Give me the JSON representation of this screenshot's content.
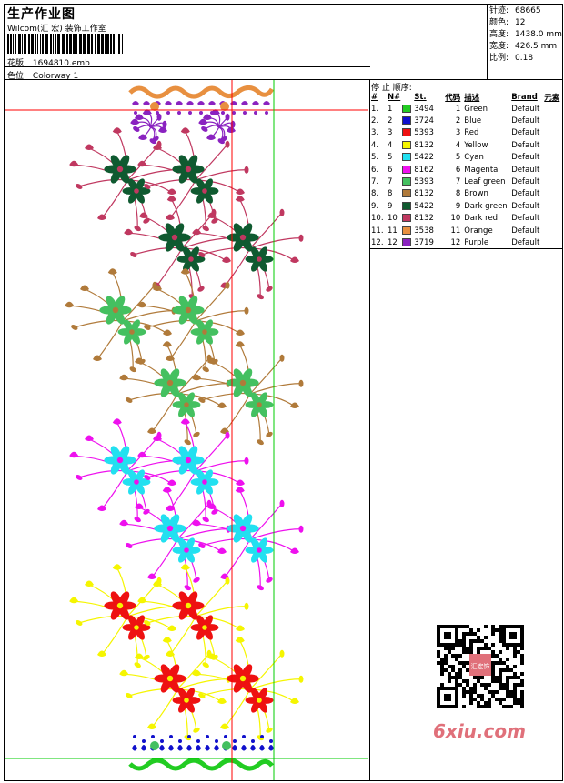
{
  "header": {
    "title": "生产作业图",
    "company": "Wilcom(汇 宏) 装饰工作室",
    "file_label": "花版:",
    "file_name": "1694810.emb",
    "colorway_label": "色位:",
    "colorway": "Colorway 1"
  },
  "stats": [
    {
      "key": "针迹:",
      "value": "68665"
    },
    {
      "key": "颜色:",
      "value": "12"
    },
    {
      "key": "高度:",
      "value": "1438.0 mm"
    },
    {
      "key": "宽度:",
      "value": "426.5 mm"
    },
    {
      "key": "比例:",
      "value": "0.18"
    }
  ],
  "stop_sequence": {
    "title": "停 止 顺序:",
    "headers": [
      "#",
      "N#",
      "St.",
      "代码",
      "描述",
      "Brand",
      "元素"
    ],
    "rows": [
      {
        "idx": "1.",
        "no": "1",
        "color": "#22cc22",
        "code": "3494",
        "num": "1",
        "desc": "Green",
        "brand": "Default"
      },
      {
        "idx": "2.",
        "no": "2",
        "color": "#1010cc",
        "code": "3724",
        "num": "2",
        "desc": "Blue",
        "brand": "Default"
      },
      {
        "idx": "3.",
        "no": "3",
        "color": "#ee1111",
        "code": "5393",
        "num": "3",
        "desc": "Red",
        "brand": "Default"
      },
      {
        "idx": "4.",
        "no": "4",
        "color": "#f5f500",
        "code": "8132",
        "num": "4",
        "desc": "Yellow",
        "brand": "Default"
      },
      {
        "idx": "5.",
        "no": "5",
        "color": "#22e0f0",
        "code": "5422",
        "num": "5",
        "desc": "Cyan",
        "brand": "Default"
      },
      {
        "idx": "6.",
        "no": "6",
        "color": "#ee10ee",
        "code": "8162",
        "num": "6",
        "desc": "Magenta",
        "brand": "Default"
      },
      {
        "idx": "7.",
        "no": "7",
        "color": "#44c060",
        "code": "5393",
        "num": "7",
        "desc": "Leaf green",
        "brand": "Default"
      },
      {
        "idx": "8.",
        "no": "8",
        "color": "#b07a3a",
        "code": "8132",
        "num": "8",
        "desc": "Brown",
        "brand": "Default"
      },
      {
        "idx": "9.",
        "no": "9",
        "color": "#0f5a30",
        "code": "5422",
        "num": "9",
        "desc": "Dark green",
        "brand": "Default"
      },
      {
        "idx": "10.",
        "no": "10",
        "color": "#c03860",
        "code": "8132",
        "num": "10",
        "desc": "Dark red",
        "brand": "Default"
      },
      {
        "idx": "11.",
        "no": "11",
        "color": "#e89040",
        "code": "3538",
        "num": "11",
        "desc": "Orange",
        "brand": "Default"
      },
      {
        "idx": "12.",
        "no": "12",
        "color": "#8a22c0",
        "code": "3719",
        "num": "12",
        "desc": "Purple",
        "brand": "Default"
      }
    ]
  },
  "guides": {
    "red": "#ff0000",
    "green": "#00cc00"
  },
  "watermark": "6xiu.com",
  "qr_badge": "汇宏饰"
}
